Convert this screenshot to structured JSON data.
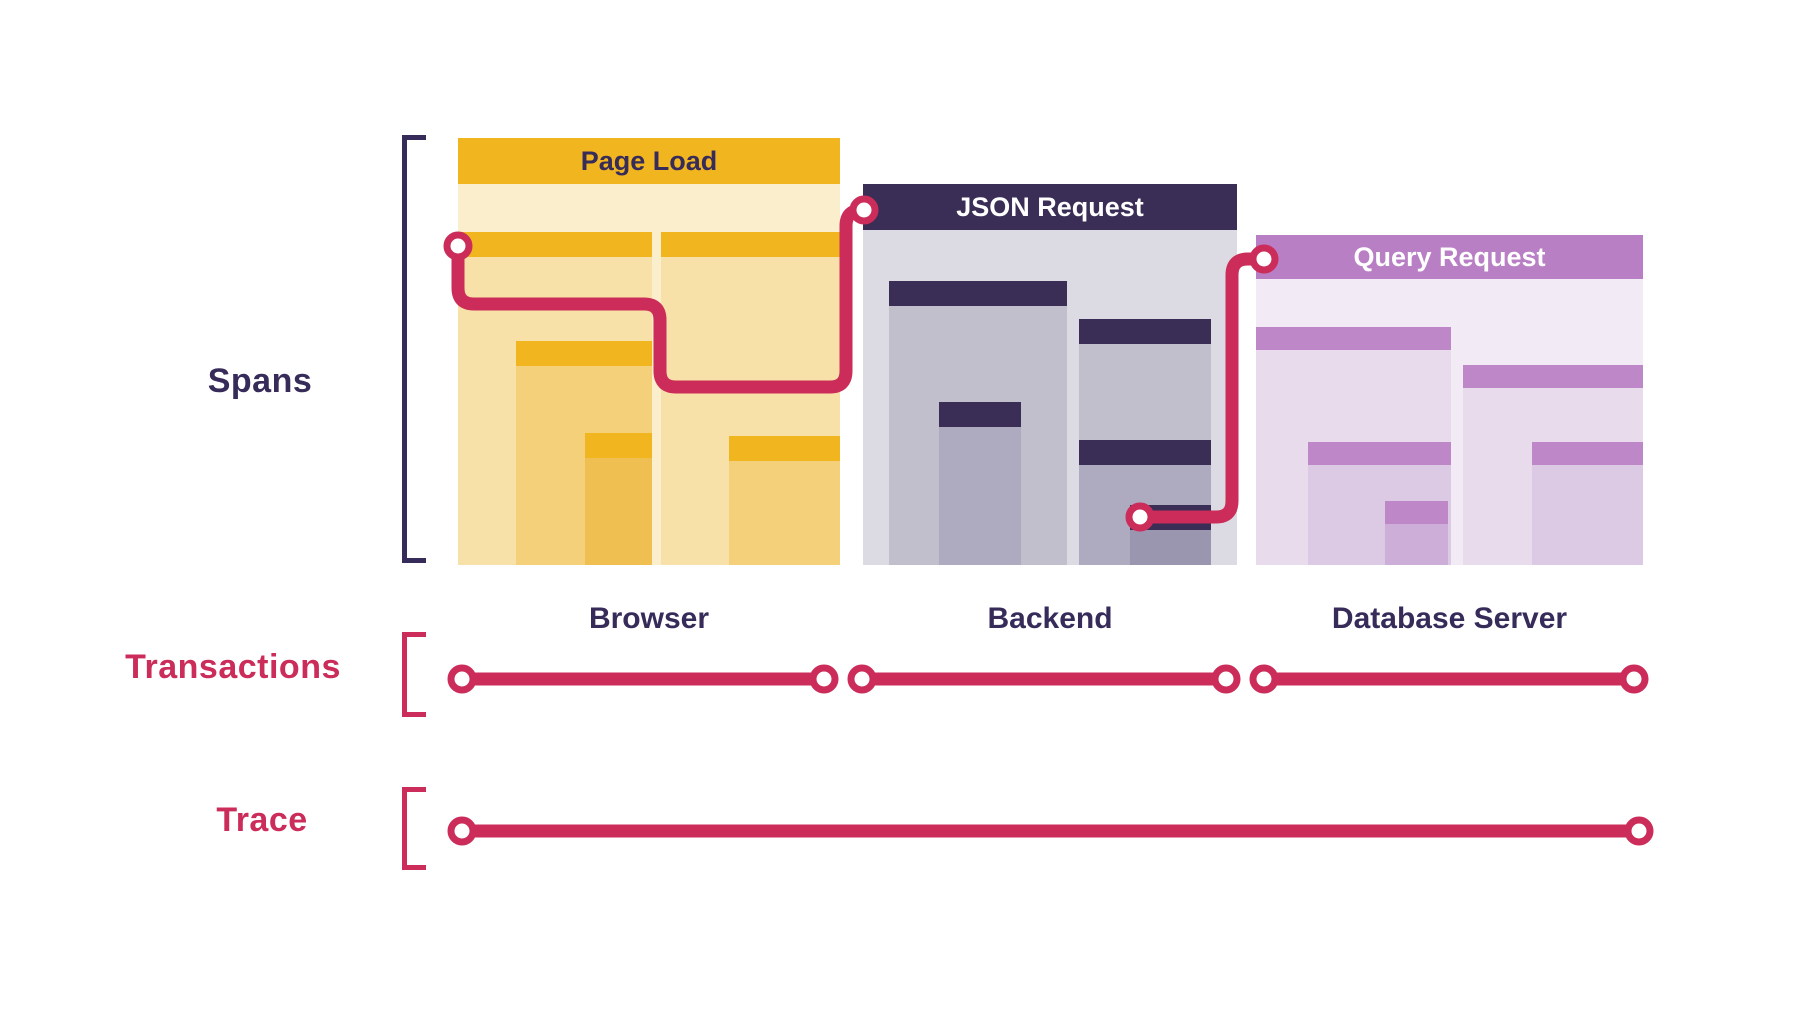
{
  "diagram": {
    "rows": {
      "spans": {
        "label": "Spans"
      },
      "transactions": {
        "label": "Transactions"
      },
      "trace": {
        "label": "Trace"
      }
    },
    "panels": [
      {
        "id": "page-load",
        "title": "Page Load",
        "caption": "Browser"
      },
      {
        "id": "json-request",
        "title": "JSON Request",
        "caption": "Backend"
      },
      {
        "id": "query-request",
        "title": "Query Request",
        "caption": "Database Server"
      }
    ],
    "colors": {
      "accent_red": "#CB2C59",
      "navy": "#362B59",
      "gold_header": "#F1B51F",
      "gold_body": "#FBEECD",
      "gold_nest_1": "#F8E1A8",
      "gold_nest_2": "#F4D07A",
      "gold_nest_3": "#EFBF52",
      "backend_header": "#3A2D56",
      "backend_body": "#DCDBE3",
      "backend_nest_1": "#C2BFCD",
      "backend_nest_2": "#AEAABF",
      "backend_nest_3": "#9B96B0",
      "db_header": "#B97FC5",
      "db_body": "#F2EAF4",
      "db_nest_1": "#E8DCEC",
      "db_nest_2": "#DCC9E4",
      "db_nest_3": "#CDAED9",
      "node_fill": "#FFFFFF",
      "background": "#FFFFFF"
    }
  }
}
